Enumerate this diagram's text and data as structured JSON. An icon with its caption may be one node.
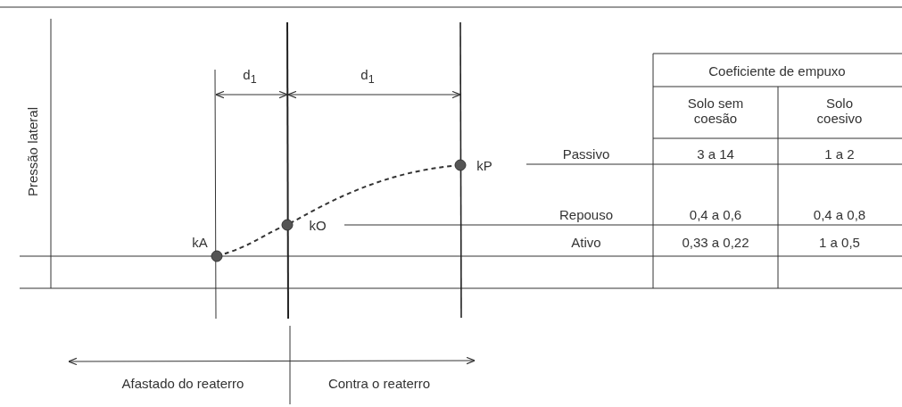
{
  "diagram": {
    "labels": [
      "Pressão lateral",
      "d$_{1}$",
      "d$_{1}$",
      "Coeficiente de empuxo",
      "Solo sem coesão",
      "Solo coesivo",
      "kP",
      "Passivo",
      "3 a 14",
      "1 a 2",
      "kO",
      "Repouso",
      "0,4 a 0,6",
      "0,4 a 0,8",
      "kA",
      "Ativo",
      "0,33 a 0,22",
      "1 a 0,5",
      "Afastado do reaterro",
      "Contra o reaterro"
    ]
  }
}
